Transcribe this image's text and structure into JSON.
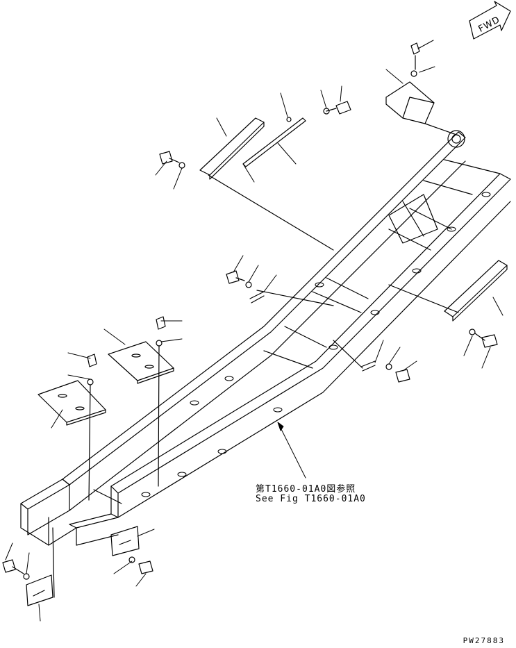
{
  "fwd_arrow": {
    "label": "FWD"
  },
  "reference": {
    "jp": "第T1660-01A0図参照",
    "en": "See Fig T1660-01A0"
  },
  "drawing_code": "PW27883"
}
